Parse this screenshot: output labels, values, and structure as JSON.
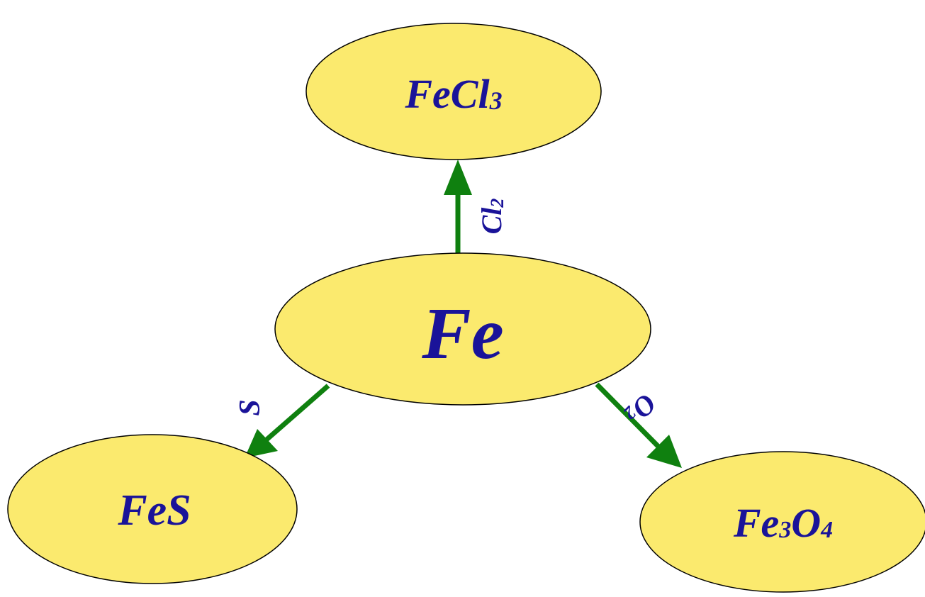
{
  "colors": {
    "node_fill": "#fbea6e",
    "node_stroke": "#000000",
    "text": "#1a1399",
    "arrow": "#0f800f"
  },
  "nodes": {
    "center": {
      "main": "Fe",
      "sub": ""
    },
    "top": {
      "main": "FeCl",
      "sub": "3"
    },
    "left": {
      "main": "FeS",
      "sub": ""
    },
    "right": {
      "main": "Fe",
      "sub": "3",
      "main2": "O",
      "sub2": "4"
    }
  },
  "edges": {
    "to_top": {
      "main": "Cl",
      "sub": "2"
    },
    "to_left": {
      "main": "S"
    },
    "to_right": {
      "main": "O",
      "sub": "2"
    }
  }
}
